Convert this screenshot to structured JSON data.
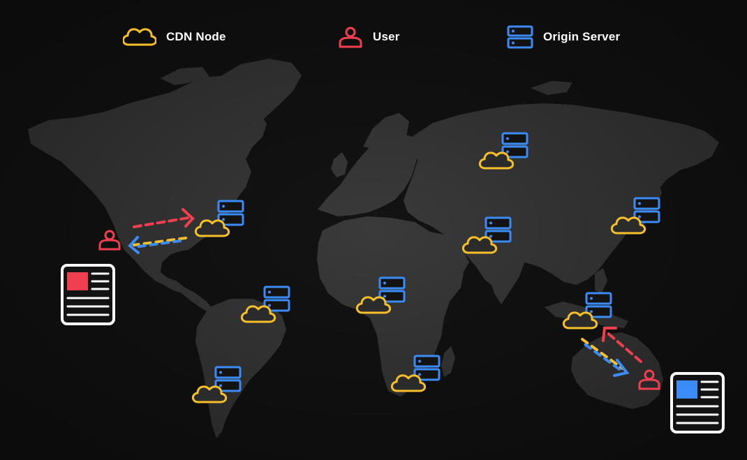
{
  "legend": {
    "cdn_node": "CDN Node",
    "user": "User",
    "origin_server": "Origin Server"
  },
  "colors": {
    "background": "#131313",
    "land": "#3a3a3a",
    "cdn_node": "#f5c02a",
    "user": "#f0404f",
    "origin_server": "#3b8cf6",
    "document": "#ffffff"
  },
  "icons": {
    "cdn_node": "cloud-icon",
    "user": "person-icon",
    "origin_server": "server-stack-icon",
    "document": "web-page-icon"
  },
  "nodes": [
    {
      "id": "north-america-east",
      "region": "North America",
      "role": "cdn-node-with-origin-server"
    },
    {
      "id": "south-america-north",
      "region": "South America",
      "role": "cdn-node-with-origin-server"
    },
    {
      "id": "south-america-south",
      "region": "South America",
      "role": "cdn-node-with-origin-server"
    },
    {
      "id": "russia",
      "region": "Russia",
      "role": "cdn-node-with-origin-server"
    },
    {
      "id": "central-asia",
      "region": "Central Asia",
      "role": "cdn-node-with-origin-server"
    },
    {
      "id": "japan",
      "region": "East Asia",
      "role": "cdn-node-with-origin-server"
    },
    {
      "id": "west-africa",
      "region": "Africa",
      "role": "cdn-node-with-origin-server"
    },
    {
      "id": "southern-africa",
      "region": "Africa",
      "role": "cdn-node-with-origin-server"
    },
    {
      "id": "southeast-asia",
      "region": "Southeast Asia",
      "role": "cdn-node-with-origin-server"
    }
  ],
  "users": [
    {
      "id": "west-us",
      "region": "North America",
      "connects_to": "north-america-east",
      "page": "red"
    },
    {
      "id": "australia",
      "region": "Australia",
      "connects_to": "southeast-asia",
      "page": "blue"
    }
  ]
}
